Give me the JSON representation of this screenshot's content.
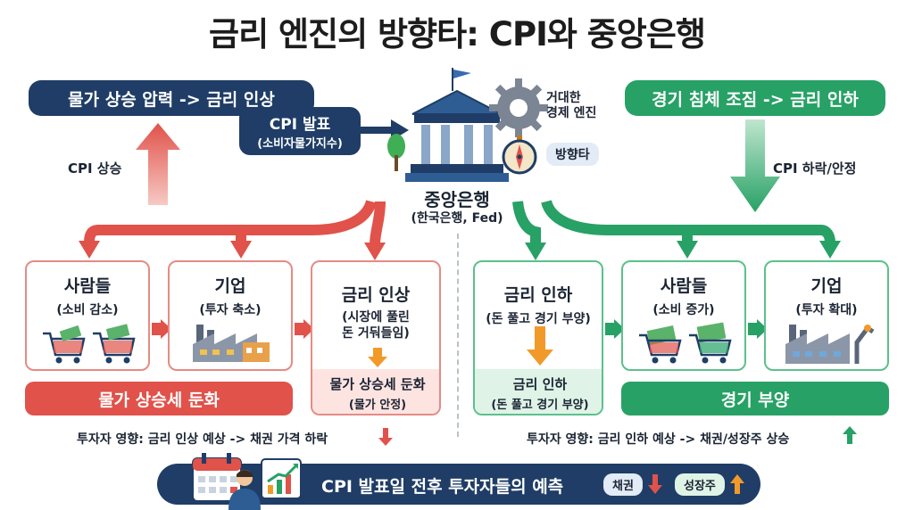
{
  "title": "금리 엔진의 방향타: CPI와 중앙은행",
  "left_top": {
    "pressure": "물가 상승 압력 -> 금리 인상",
    "cpi_release": "CPI 발표",
    "cpi_release_sub": "(소비자물가지수)",
    "cpi_up": "CPI 상승"
  },
  "center": {
    "engine_label": "거대한\n경제 엔진",
    "rudder_label": "방향타",
    "bank": "중앙은행",
    "bank_sub": "(한국은행, Fed)"
  },
  "right_top": {
    "slowdown": "경기 침체 조짐 -> 금리 인하",
    "cpi_down": "CPI 하락/안정"
  },
  "left_cards": [
    {
      "title": "사람들",
      "sub": "(소비 감소)"
    },
    {
      "title": "기업",
      "sub": "(투자 축소)"
    },
    {
      "title": "금리 인상",
      "sub": "(시장에 풀린\n돈 거둬들임)",
      "result": "물가 상승세 둔화",
      "result_sub": "(물가 안정)"
    }
  ],
  "right_cards": [
    {
      "title": "금리 인하",
      "sub": "(돈 풀고 경기 부양)",
      "result": "금리 인하",
      "result_sub": "(돈 풀고 경기 부양)"
    },
    {
      "title": "사람들",
      "sub": "(소비 증가)"
    },
    {
      "title": "기업",
      "sub": "(투자 확대)"
    }
  ],
  "left_banner": "물가 상승세 둔화",
  "right_banner": "경기 부양",
  "left_investor": "투자자 영향: 금리 인상 예상 -> 채권 가격 하락",
  "right_investor": "투자자 영향: 금리 인하 예상 -> 채권/성장주 상승",
  "bottom": {
    "text": "CPI 발표일 전후 투자자들의 예측",
    "bond": "채권",
    "growth": "성장주"
  },
  "colors": {
    "navy": "#1f3d66",
    "green": "#27a165",
    "red": "#e0524a",
    "light_red": "#fde4e1",
    "light_green": "#dff3e7",
    "orange": "#f19a2a"
  }
}
